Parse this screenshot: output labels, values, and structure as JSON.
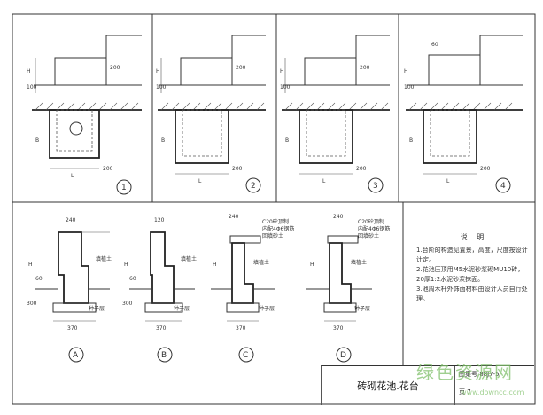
{
  "drawing": {
    "title": "砖砌花池.花台",
    "atlas_code_label": "图集号",
    "atlas_code": "88J7-5",
    "page_label": "页",
    "page_number": "7"
  },
  "plan_details": [
    {
      "id": "1",
      "circle_label": "1",
      "dims": [
        "200",
        "H",
        "100",
        "200",
        "L",
        "B"
      ]
    },
    {
      "id": "2",
      "circle_label": "2",
      "dims": [
        "200",
        "H",
        "100",
        "200",
        "L",
        "B"
      ]
    },
    {
      "id": "3",
      "circle_label": "3",
      "dims": [
        "200",
        "H",
        "100",
        "200",
        "L",
        "B"
      ]
    },
    {
      "id": "4",
      "circle_label": "4",
      "dims": [
        "60",
        "H",
        "100",
        "200",
        "L",
        "B"
      ]
    }
  ],
  "section_details": [
    {
      "id": "A",
      "circle_label": "A",
      "dims": [
        "240",
        "60",
        "370",
        "H",
        "300"
      ],
      "notes": [
        "填植土",
        "种子层"
      ]
    },
    {
      "id": "B",
      "circle_label": "B",
      "dims": [
        "120",
        "60",
        "370",
        "H",
        "300"
      ],
      "notes": [
        "填植土",
        "种子层"
      ]
    },
    {
      "id": "C",
      "circle_label": "C",
      "dims": [
        "240",
        "C20砼顶制",
        "内配4Φ6钢筋",
        "回填砂土",
        "370",
        "H"
      ],
      "notes": [
        "填植土",
        "种子层"
      ]
    },
    {
      "id": "D",
      "circle_label": "D",
      "dims": [
        "240",
        "C20砼顶制",
        "内配4Φ6钢筋",
        "回填砂土",
        "370",
        "H"
      ],
      "notes": [
        "填植土",
        "种子层"
      ]
    }
  ],
  "notes": {
    "title": "说 明",
    "items": [
      "1.台阶的构造见置景，高度，尺度按设计计定。",
      "2.花池压顶用M5水泥砂浆砌MU10砖，20厚1:2水泥砂浆抹面。",
      "3.池周木杆外饰面材料由设计人员自行处理。"
    ]
  },
  "watermark": {
    "text": "绿色资源网",
    "url": "www.downcc.com"
  }
}
